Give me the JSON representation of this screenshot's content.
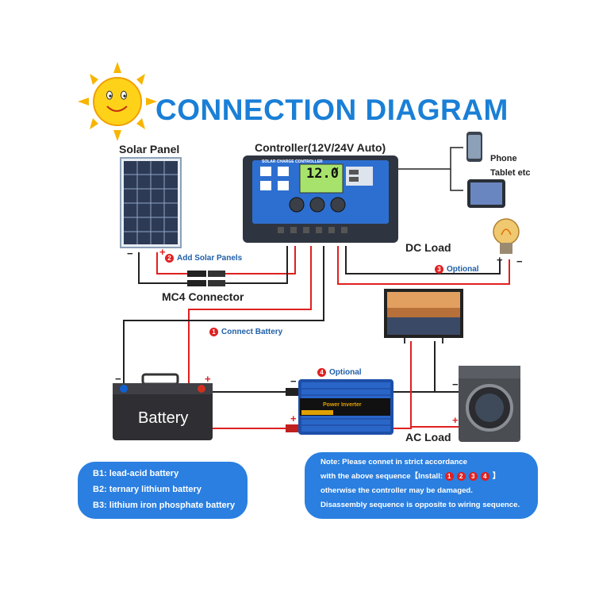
{
  "title": "CONNECTION DIAGRAM",
  "components": {
    "solar_panel": "Solar Panel",
    "controller": "Controller(12V/24V Auto)",
    "controller_face": "SOLAR CHARGE CONTROLLER",
    "controller_display": "12.0",
    "controller_unit": "V",
    "phone": "Phone",
    "tablet": "Tablet etc",
    "dc_load": "DC Load",
    "mc4": "MC4 Connector",
    "battery": "Battery",
    "ac_load": "AC Load",
    "inverter_label": "Power Inverter"
  },
  "steps": {
    "step1": {
      "num": "1",
      "text": "Connect Battery"
    },
    "step2": {
      "num": "2",
      "text": "Add Solar Panels"
    },
    "step3": {
      "num": "3",
      "text": "Optional"
    },
    "step4": {
      "num": "4",
      "text": "Optional"
    }
  },
  "polarity": {
    "minus": "−",
    "plus": "+"
  },
  "battery_types": [
    "B1: lead-acid battery",
    "B2: ternary lithium battery",
    "B3: lithium iron phosphate battery"
  ],
  "note": {
    "line1": "Note: Please connet in strict accordance",
    "line2_prefix": "with the above sequence【Install:",
    "line2_nums": [
      "1",
      "2",
      "3",
      "4"
    ],
    "line2_suffix": "】",
    "line3": "otherwise the controller may be damaged.",
    "line4": "Disassembly sequence is opposite to wiring sequence."
  },
  "colors": {
    "title_blue": "#1a7fd6",
    "panel_blue": "#2a7fe0",
    "wire_red": "#e02020",
    "wire_black": "#222222",
    "step_blue": "#1f5fa8"
  }
}
